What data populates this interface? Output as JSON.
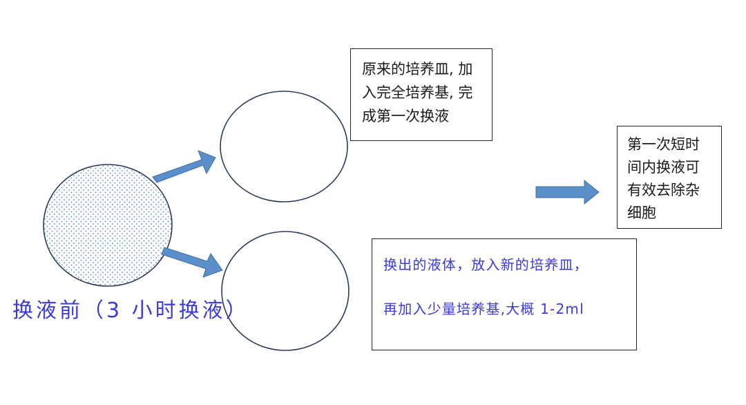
{
  "diagram": {
    "left_circle_label": "换液前（3 小时换液）",
    "box_top_left_lines": [
      "原来的培养皿, 加",
      "入完全培养基, 完",
      "成第一次换液"
    ],
    "box_top_right_lines": [
      "第一次短时",
      "间内换液可",
      "有效去除杂",
      "细胞"
    ],
    "box_bottom_right_lines": [
      "换出的液体，放入新的培养皿，",
      "再加入少量培养基,大概 1-2ml"
    ]
  },
  "colors": {
    "arrow_fill": "#5b8fc9",
    "arrow_stroke": "#3f6fa6",
    "dot_color": "#4f86c6",
    "blue_text": "#3b3bd6",
    "outline": "#2a3a5c"
  }
}
